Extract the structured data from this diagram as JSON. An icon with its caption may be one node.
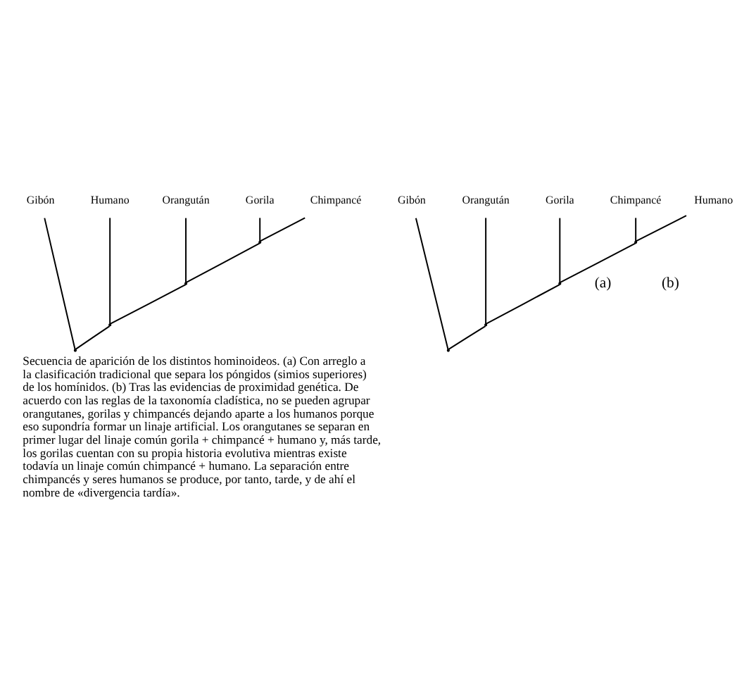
{
  "diagram": {
    "caption": "Secuencia de aparición de los distintos hominoideos. (a) Con arreglo a la clasificación tradicional que separa los póngidos (simios superiores) de los homínidos. (b) Tras las evidencias de proximidad genética. De acuerdo con las reglas de la taxonomía cladística, no se pueden agrupar orangutanes, gorilas y chimpancés dejando aparte a los humanos porque eso supondría formar un linaje artificial. Los orangutanes se separan en primer lugar del linaje común gorila + chimpancé + humano y, más tarde, los gorilas cuentan con su propia historia evolutiva mientras existe todavía un linaje común chimpancé + humano. La separación entre chimpancés y seres humanos se produce, por tanto, tarde, y de ahí el nombre de «divergencia tardía».",
    "nodes": [
      {
        "text": [
          "Gibón"
        ]
      },
      {
        "text": [
          "Orangután"
        ]
      },
      {
        "text": [
          "Gorila"
        ]
      },
      {
        "text": [
          "Chimpancé"
        ]
      },
      {
        "text": [
          "Humano"
        ]
      },
      {
        "text": [],
        "shape": "point"
      },
      {
        "text": [],
        "shape": "point"
      },
      {
        "text": [],
        "shape": "point"
      },
      {
        "text": [],
        "shape": "point"
      },
      {
        "text": [
          "Gibón"
        ]
      },
      {
        "text": [
          "Orangután"
        ]
      },
      {
        "text": [
          "Gorila"
        ]
      },
      {
        "text": [
          "Chimpancé"
        ]
      },
      {
        "text": [
          "Humano"
        ]
      },
      {
        "text": [],
        "shape": "point"
      },
      {
        "text": [],
        "shape": "point"
      },
      {
        "text": [],
        "shape": "point"
      },
      {
        "text": [],
        "shape": "point"
      }
    ],
    "edges": [
      {
        "from": 2,
        "to": 5,
        "arrow": "none"
      },
      {
        "from": 3,
        "to": 5,
        "arrow": "none"
      },
      {
        "from": 1,
        "to": 6,
        "arrow": "none"
      },
      {
        "from": 5,
        "to": 6,
        "arrow": "none"
      },
      {
        "from": 6,
        "to": 7,
        "arrow": "none"
      },
      {
        "from": 4,
        "to": 7,
        "arrow": "none"
      },
      {
        "from": 0,
        "to": 8,
        "arrow": "none"
      },
      {
        "from": 7,
        "to": 8,
        "arrow": "none"
      },
      {
        "from": 12,
        "to": 14,
        "arrow": "none"
      },
      {
        "from": 13,
        "to": 14,
        "arrow": "none"
      },
      {
        "from": 11,
        "to": 15,
        "arrow": "none"
      },
      {
        "from": 14,
        "to": 15,
        "arrow": "none"
      },
      {
        "from": 10,
        "to": 16,
        "arrow": "none"
      },
      {
        "from": 15,
        "to": 16,
        "arrow": "none"
      },
      {
        "from": 9,
        "to": 17,
        "arrow": "none"
      },
      {
        "from": 16,
        "to": 17,
        "arrow": "none"
      }
    ],
    "labels": [
      "(a)",
      "(b)"
    ]
  }
}
